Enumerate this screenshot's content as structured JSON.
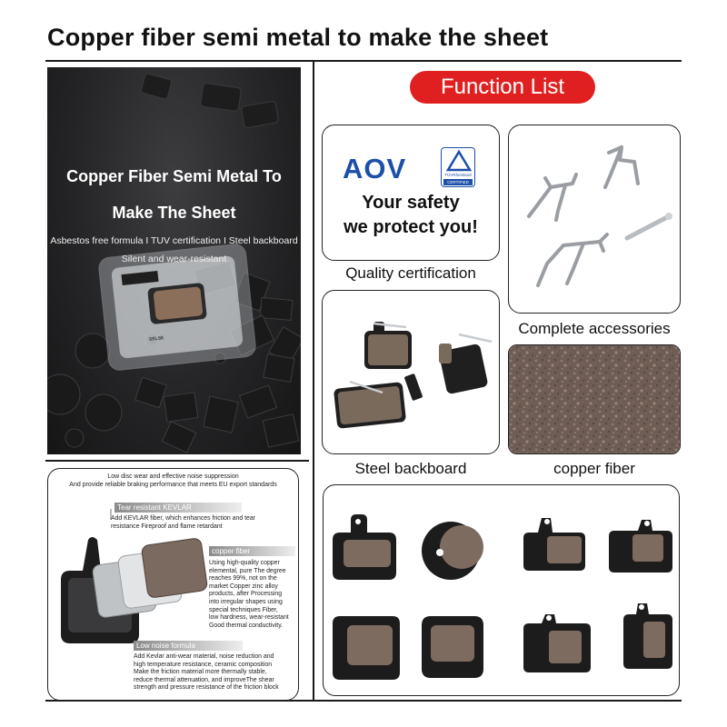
{
  "page": {
    "title": "Copper fiber semi metal to make the sheet"
  },
  "hero": {
    "title_line1": "Copper Fiber Semi Metal To",
    "title_line2": "Make The Sheet",
    "subtitle_line1": "Asbestos free formula I TUV certification I Steel backboard",
    "subtitle_line2": "Silent and wear-resistant",
    "package_brand": "SELSE"
  },
  "function_list": {
    "label": "Function List"
  },
  "cards": {
    "quality": {
      "logo_text": "AOV",
      "cert_badge_line1": "TÜVRheinland",
      "cert_badge_line2": "CERTIFIED",
      "slogan_line1": "Your safety",
      "slogan_line2": "we protect you!",
      "caption": "Quality certification"
    },
    "accessories": {
      "caption": "Complete accessories"
    },
    "backboard": {
      "caption": "Steel backboard"
    },
    "fiber": {
      "caption": "copper fiber"
    }
  },
  "features": {
    "header_line1": "Low disc wear and effective noise suppression",
    "header_line2": "And provide reliable braking performance that meets EU export standards",
    "kevlar": {
      "tag": "Tear resistant KEVLAR",
      "text": [
        "Add KEVLAR fiber, which enhances friction and tear",
        "resistance Fireproof and flame retardant"
      ]
    },
    "copper": {
      "tag": "copper fiber",
      "text": [
        "Using high-quality copper",
        "elemental, pure The degree",
        "reaches 99%, not on the",
        "market Copper zinc alloy",
        "products, after Processing",
        "into irregular shapes using",
        "special techniques Fiber,",
        "low hardness, wear-resistant",
        "Good thermal conductivity."
      ]
    },
    "noise": {
      "tag": "Low noise formula",
      "text": [
        "Add Kevlar anti-wear material, noise reduction and",
        "high temperature resistance, ceramic composition",
        "Make the friction material more thermally stable,",
        "reduce thermal attenuation, and improveThe shear",
        "strength and pressure resistance of the friction block"
      ]
    }
  },
  "colors": {
    "accent_red": "#e02020",
    "logo_blue": "#1b4fa8",
    "hero_bg": "#252527"
  }
}
